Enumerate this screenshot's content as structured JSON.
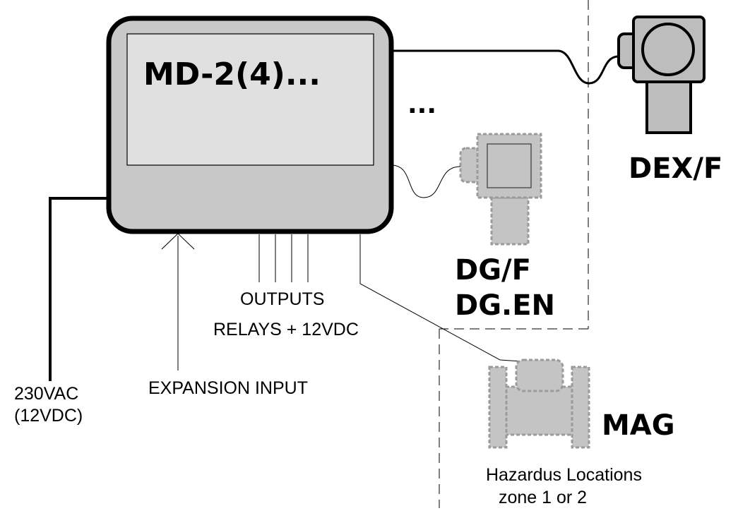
{
  "controller": {
    "label": "MD-2(4)...",
    "body_color": "#c8c8c8",
    "screen_color": "#e0e0e0"
  },
  "ellipsis": "...",
  "detectors": {
    "dexf_label": "DEX/F",
    "dgf_label": "DG/F",
    "dgen_label": "DG.EN",
    "mag_label": "MAG"
  },
  "connections": {
    "outputs_label": "OUTPUTS",
    "relays_label": "RELAYS + 12VDC",
    "expansion_label": "EXPANSION INPUT",
    "power_label_1": "230VAC",
    "power_label_2": "(12VDC)"
  },
  "hazard": {
    "line_1": "Hazardus Locations",
    "line_2": "zone 1 or 2"
  },
  "colors": {
    "line": "#000000",
    "device_fill": "#bdbdbd",
    "device_dashed_fill": "#c4c4c4"
  }
}
